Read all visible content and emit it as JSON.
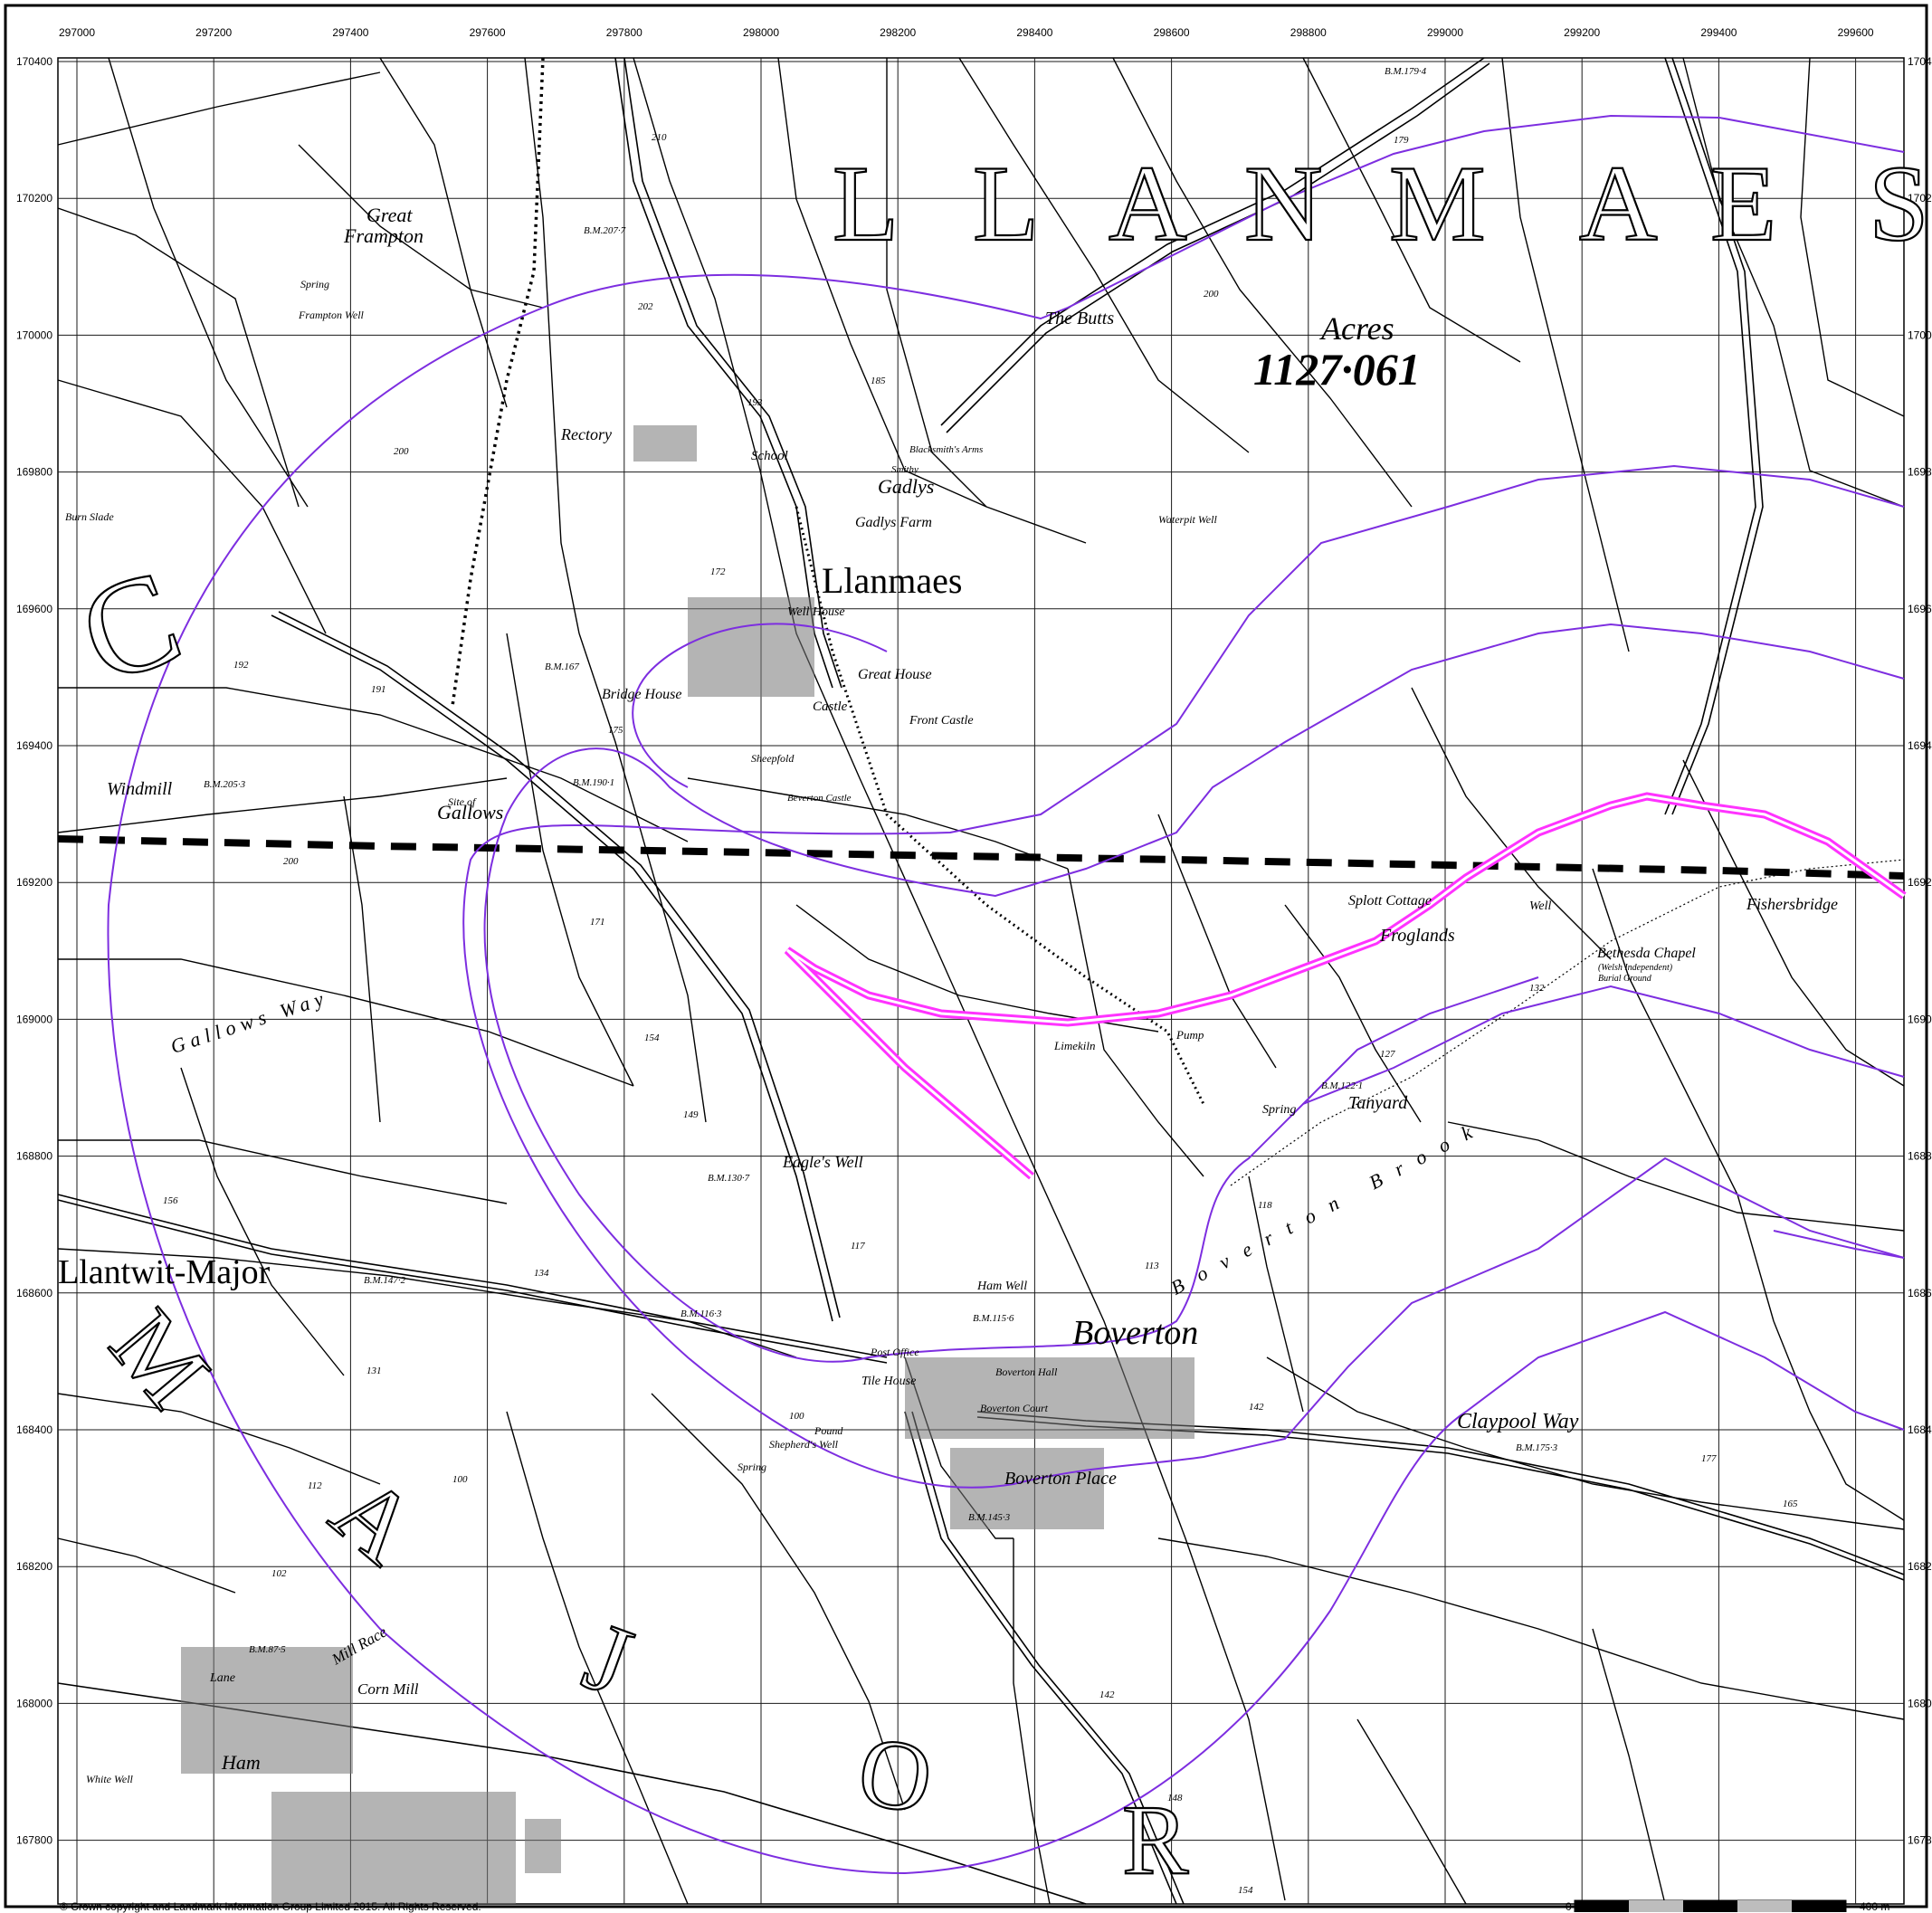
{
  "map": {
    "x_ticks": [
      "297000",
      "297200",
      "297400",
      "297600",
      "297800",
      "298000",
      "298200",
      "298400",
      "298600",
      "298800",
      "299000",
      "299200",
      "299400",
      "299600"
    ],
    "y_ticks": [
      "170400",
      "170200",
      "170000",
      "169800",
      "169600",
      "169400",
      "169200",
      "169000",
      "168800",
      "168600",
      "168400",
      "168200",
      "168000",
      "167800"
    ],
    "y_ticks_right": [
      "1704",
      "1702",
      "1700",
      "1698",
      "1696",
      "1694",
      "1692",
      "1690",
      "1688",
      "1686",
      "1684",
      "1682",
      "1680",
      "1678"
    ],
    "big_letters": [
      "L",
      "L",
      "A",
      "N",
      "M",
      "A",
      "E",
      "S",
      "C",
      "M",
      "A",
      "J",
      "O",
      "R"
    ],
    "area": {
      "label": "Acres",
      "value": "1127·061"
    },
    "place_labels": [
      "Great",
      "Frampton",
      "Frampton Well",
      "Spring",
      "The Butts",
      "Rectory",
      "School",
      "Blacksmith's Arms",
      "Smithy",
      "Gadlys",
      "Gadlys Farm",
      "Llanmaes",
      "Well House",
      "Great House",
      "Bridge House",
      "Castle",
      "Front Castle",
      "Sheepfold",
      "Site of",
      "Gallows",
      "Windmill",
      "Gallows Way",
      "Waterpit Well",
      "Splott Cottage",
      "Froglands",
      "Well",
      "Bethesda Chapel",
      "(Welsh Independent)",
      "Burial Ground",
      "Fishersbridge",
      "Limekiln",
      "Spring",
      "Tanyard",
      "Pump",
      "Eagle's Well",
      "Ham Well",
      "Boverton",
      "Boverton Brook",
      "Post Office",
      "Tile House",
      "Boverton Place",
      "Claypool Way",
      "Llantwit-Major",
      "Lane",
      "Mill Race",
      "Corn Mill",
      "Ham",
      "White Well",
      "Burn Slade",
      "Beverton Castle",
      "Boverton Court",
      "Boverton Hall",
      "Shepherd's Well",
      "Pound",
      "Spring"
    ],
    "benchmarks": [
      "B.M.207·7",
      "B.M.179·4",
      "B.M.167",
      "B.M.190·1",
      "B.M.205·3",
      "B.M.130·7",
      "B.M.147·2",
      "B.M.116·3",
      "B.M.115·6",
      "B.M.145·3",
      "B.M.122·1",
      "B.M.87·5",
      "B.M.175·3"
    ],
    "spot_heights": [
      "210",
      "202",
      "200",
      "193",
      "185",
      "179",
      "172",
      "175",
      "191",
      "192",
      "200",
      "171",
      "154",
      "149",
      "156",
      "134",
      "117",
      "113",
      "112",
      "100",
      "102",
      "131",
      "142",
      "148",
      "154",
      "118",
      "127",
      "132",
      "142",
      "165",
      "177",
      "200",
      "100"
    ],
    "colors": {
      "boundary": "#7d2ee0",
      "route": "#ff33ff",
      "linework": "#000000",
      "grid": "#1a1a1a",
      "background": "#ffffff"
    }
  },
  "footer": {
    "copyright": "© Crown copyright and Landmark Information Group Limited 2015.  All Rights Reserved.",
    "scale_start": "0",
    "scale_end": "400 m"
  }
}
